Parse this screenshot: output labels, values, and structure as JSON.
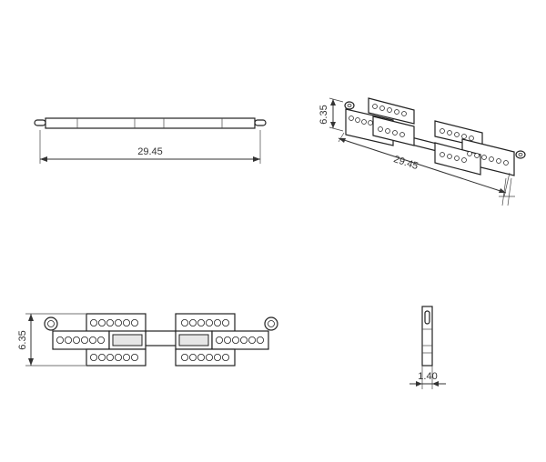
{
  "dimensions": {
    "length": "29.45",
    "height": "6.35",
    "thickness": "1.40",
    "iso_length": "29.45",
    "iso_height": "6.35"
  },
  "colors": {
    "line": "#333333",
    "background": "#ffffff"
  }
}
